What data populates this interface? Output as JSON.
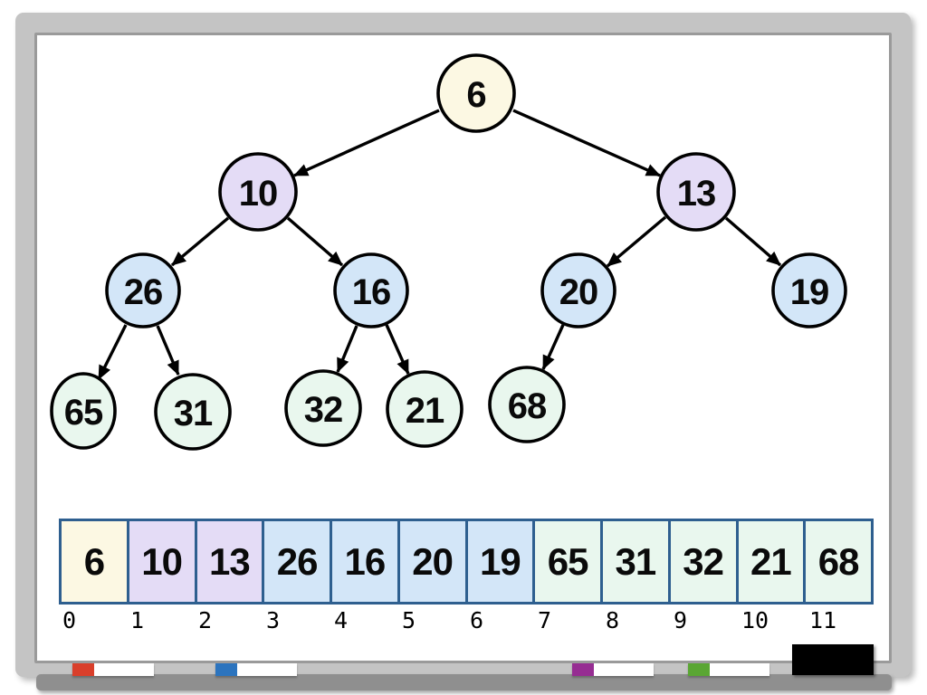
{
  "board": {
    "description": "min-heap tree with array representation",
    "tree": {
      "nodes": [
        {
          "id": "6",
          "label": "6",
          "tier": "root"
        },
        {
          "id": "10",
          "label": "10",
          "tier": "level1"
        },
        {
          "id": "13",
          "label": "13",
          "tier": "level1"
        },
        {
          "id": "26",
          "label": "26",
          "tier": "level2"
        },
        {
          "id": "16",
          "label": "16",
          "tier": "level2"
        },
        {
          "id": "20",
          "label": "20",
          "tier": "level2"
        },
        {
          "id": "19",
          "label": "19",
          "tier": "level2"
        },
        {
          "id": "65",
          "label": "65",
          "tier": "leaf"
        },
        {
          "id": "31",
          "label": "31",
          "tier": "leaf"
        },
        {
          "id": "32",
          "label": "32",
          "tier": "leaf"
        },
        {
          "id": "21",
          "label": "21",
          "tier": "leaf"
        },
        {
          "id": "68",
          "label": "68",
          "tier": "leaf"
        }
      ],
      "edges": [
        {
          "from": "6",
          "to": "10"
        },
        {
          "from": "6",
          "to": "13"
        },
        {
          "from": "10",
          "to": "26"
        },
        {
          "from": "10",
          "to": "16"
        },
        {
          "from": "13",
          "to": "20"
        },
        {
          "from": "13",
          "to": "19"
        },
        {
          "from": "26",
          "to": "65"
        },
        {
          "from": "26",
          "to": "31"
        },
        {
          "from": "16",
          "to": "32"
        },
        {
          "from": "16",
          "to": "21"
        },
        {
          "from": "20",
          "to": "68"
        }
      ]
    },
    "array": {
      "cells": [
        {
          "value": "6",
          "index": "0",
          "tier": "root"
        },
        {
          "value": "10",
          "index": "1",
          "tier": "level1"
        },
        {
          "value": "13",
          "index": "2",
          "tier": "level1"
        },
        {
          "value": "26",
          "index": "3",
          "tier": "level2"
        },
        {
          "value": "16",
          "index": "4",
          "tier": "level2"
        },
        {
          "value": "20",
          "index": "5",
          "tier": "level2"
        },
        {
          "value": "19",
          "index": "6",
          "tier": "level2"
        },
        {
          "value": "65",
          "index": "7",
          "tier": "leaf"
        },
        {
          "value": "31",
          "index": "8",
          "tier": "leaf"
        },
        {
          "value": "32",
          "index": "9",
          "tier": "leaf"
        },
        {
          "value": "21",
          "index": "10",
          "tier": "leaf"
        },
        {
          "value": "68",
          "index": "11",
          "tier": "leaf"
        }
      ]
    },
    "tray_items": [
      "marker-red",
      "marker-blue",
      "marker-purple",
      "marker-green",
      "eraser"
    ]
  },
  "palette": {
    "root_fill": "#FCF8E3",
    "level1_fill": "#E4DCF6",
    "level2_fill": "#D3E6F8",
    "leaf_fill": "#E9F7EE",
    "node_stroke": "#000000",
    "array_border": "#2E5F8F",
    "frame": "#C4C4C4",
    "frame_edge": "#9A9A9A",
    "tray": "#8F8F8F",
    "marker_red": "#D93F2B",
    "marker_blue": "#2C74BE",
    "marker_purple": "#962D92",
    "marker_green": "#5AA633",
    "eraser": "#000000"
  }
}
